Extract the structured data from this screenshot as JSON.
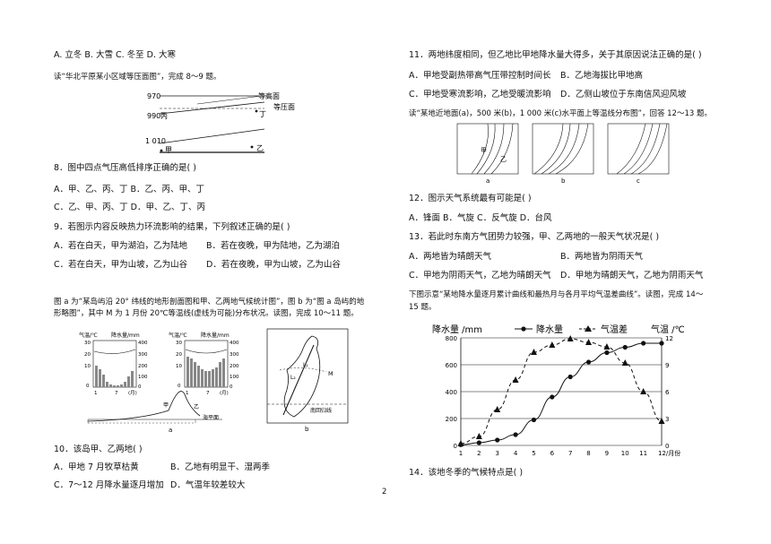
{
  "left": {
    "q7_options": "A. 立冬 B. 大雪 C. 冬至 D. 大寒",
    "intro_8_9": "读“华北平原某小区域等压面图”，完成 8～9 题。",
    "fig1": {
      "label_970": "970",
      "label_990": "990",
      "label_1010": "1 010",
      "bing": "丙",
      "ding": "丁",
      "jia": "甲",
      "yi": "乙",
      "isobaric_high": "等高面",
      "isobaric_surface": "等压面"
    },
    "q8": "8．图中四点气压高低排序正确的是(      )",
    "q8_a": "A．甲、乙、丙、丁   B．乙、丙、甲、丁",
    "q8_c": "C．乙、甲、丙、丁   D．甲、乙、丁、丙",
    "q9": "9．若图示内容反映热力环流影响的结果，下列叙述正确的是(      )",
    "q9_a": "A．若在白天，甲为湖泊，乙为陆地",
    "q9_b": "B．若在夜晚，甲为陆地，乙为湖泊",
    "q9_c": "C．若在白天，甲为山坡，乙为山谷",
    "q9_d": "D．若在夜晚，甲为山坡，乙为山谷",
    "intro_10_11_line1": "图 a 为“某岛屿沿 20° 纬线的地形剖面图和甲、乙两地气候统计图”，图 b 为“图 a 岛屿的地",
    "intro_10_11_line2": "形略图”，其中 M 为 1 月份 20℃等温线(虚线为可能)分布状况。读图，完成 10～11 题。",
    "fig2": {
      "temp_label": "气温/℃",
      "precip_label": "降水量/mm",
      "temp_ticks": [
        "30",
        "20",
        "10",
        "0"
      ],
      "precip_ticks": [
        "400",
        "300",
        "200",
        "100",
        "0"
      ],
      "x_ticks": [
        "1",
        "7",
        "(月)"
      ],
      "jia": "甲",
      "yi": "乙",
      "sea_level": "海平面",
      "a": "a",
      "b": "b",
      "tropic": "南回归线",
      "m": "M",
      "l1": "L₁",
      "l2": "L₂"
    },
    "q10": "10．该岛甲、乙两地(      )",
    "q10_a": "A．甲地 7 月牧草枯黄",
    "q10_b": "B．乙地有明显干、湿两季",
    "q10_c": "C．7～12 月降水量逐月增加",
    "q10_d": "D．气温年较差较大"
  },
  "right": {
    "q11": "11．两地纬度相同，但乙地比甲地降水量大得多，关于其原因说法正确的是(      )",
    "q11_a": "A．甲地受副热带高气压带控制时间长",
    "q11_b": "B．乙地海拔比甲地高",
    "q11_c": "C．甲地受寒流影响，乙地受暖流影响",
    "q11_d": "D．乙侧山坡位于东南信风迎风坡",
    "intro_12_13": "读“某地近地面(a)，500 米(b)，1 000 米(c)水平面上等温线分布图”，回答 12～13 题。",
    "fig3": {
      "a": "a",
      "b": "b",
      "c": "c",
      "jia": "甲",
      "yi": "乙"
    },
    "q12": "12．图示天气系统最有可能是(      )",
    "q12_opts": "A．锋面       B．气旋       C．反气旋       D．台风",
    "q13": "13．若此时东南方气团势力较强，甲、乙两地的一般天气状况是(      )",
    "q13_a": "A．两地皆为晴朗天气",
    "q13_b": "B．两地皆为阴雨天气",
    "q13_c": "C．甲地为阴雨天气，乙地为晴朗天气",
    "q13_d": "D．甲地为晴朗天气，乙地为阴雨天气",
    "intro_14_15_line1": "下图示意“某地降水量逐月累计曲线和最热月与各月平均气温差曲线”。读图，完成 14～",
    "intro_14_15_line2": "15 题。",
    "q14": "14．该地冬季的气候特点是(      )"
  },
  "page_number": "2",
  "chart_data": {
    "type": "line",
    "ylabel": "降水量 /mm",
    "y2label": "气温 /℃",
    "xlabel": "月份",
    "legend": [
      "降水量",
      "气温差"
    ],
    "legend_placement": "top",
    "x": [
      1,
      2,
      3,
      4,
      5,
      6,
      7,
      8,
      9,
      10,
      11,
      12
    ],
    "x_tick_labels": [
      "1",
      "2",
      "3",
      "4",
      "5",
      "6",
      "7",
      "8",
      "9",
      "10",
      "11",
      "12/月份"
    ],
    "ylim": [
      0,
      800
    ],
    "y_ticks": [
      "0",
      "200",
      "400",
      "600",
      "800"
    ],
    "y2lim": [
      0,
      12
    ],
    "y2_ticks": [
      "0",
      "3",
      "6",
      "9",
      "12"
    ],
    "grid": true,
    "series": [
      {
        "name": "降水量",
        "axis": "left",
        "style": "solid-circle",
        "values": [
          5,
          20,
          40,
          80,
          190,
          360,
          510,
          620,
          690,
          730,
          760,
          760
        ]
      },
      {
        "name": "气温差",
        "axis": "right",
        "style": "dashed-triangle",
        "values": [
          0.2,
          1,
          4,
          7.3,
          10.4,
          11.2,
          11.9,
          11.5,
          11,
          9.2,
          6,
          2.7
        ]
      }
    ]
  }
}
